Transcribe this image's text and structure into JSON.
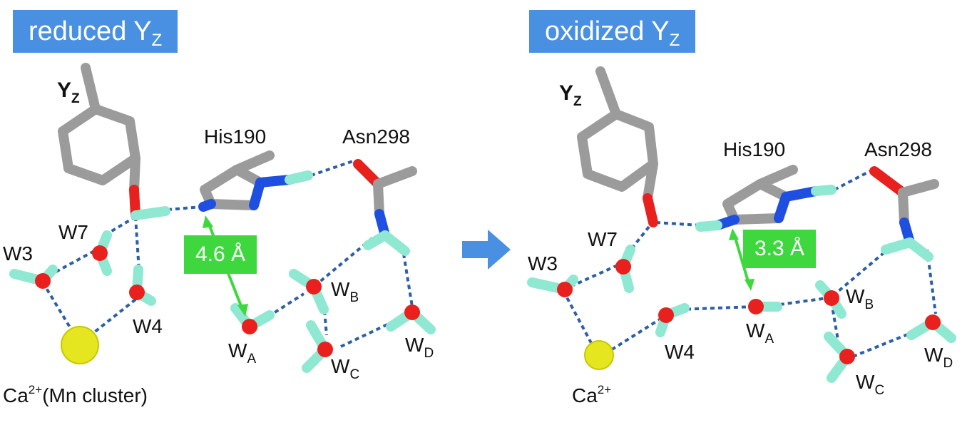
{
  "panels": [
    {
      "title": "reduced Y",
      "title_sub": "Z",
      "yz": "Y",
      "yz_sub": "Z",
      "his": "His190",
      "asn": "Asn298",
      "distance": "4.6 Å",
      "waters": {
        "w3": "W3",
        "w7": "W7",
        "w4": "W4"
      },
      "w_main": "W",
      "subs": {
        "a": "A",
        "b": "B",
        "c": "C",
        "d": "D"
      },
      "ca_main": "Ca",
      "ca_sup": "2+",
      "ca_tail": "(Mn cluster)"
    },
    {
      "title": "oxidized Y",
      "title_sub": "Z",
      "yz": "Y",
      "yz_sub": "Z",
      "his": "His190",
      "asn": "Asn298",
      "distance": "3.3 Å",
      "waters": {
        "w3": "W3",
        "w7": "W7",
        "w4": "W4"
      },
      "w_main": "W",
      "subs": {
        "a": "A",
        "b": "B",
        "c": "C",
        "d": "D"
      },
      "ca_main": "Ca",
      "ca_sup": "2+",
      "ca_tail": ""
    }
  ],
  "colors": {
    "title_badge": "#4a90e2",
    "distance_badge": "#3ed83e",
    "carbon": "#9b9b9b",
    "oxygen": "#e8201e",
    "nitrogen": "#1f4fe0",
    "hydrogen": "#8fe8d2",
    "calcium": "#e6e620",
    "hbond": "#2d5fa8",
    "arrow": "#4a90e2"
  }
}
